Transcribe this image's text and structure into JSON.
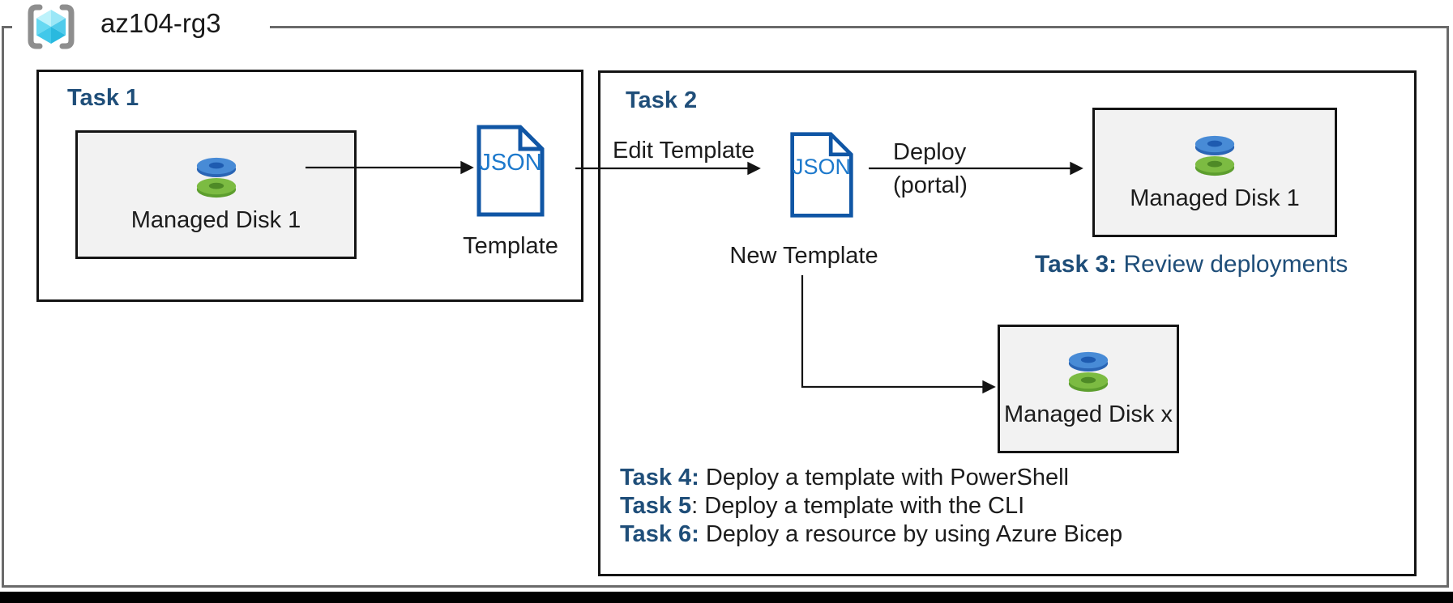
{
  "header": {
    "group_label": "az104-rg3"
  },
  "icons": {
    "resource_group": "resource-group-icon",
    "managed_disk": "managed-disk-icon",
    "json_template": "json-document-icon"
  },
  "colors": {
    "task_heading_navy": "#1f4e79",
    "json_doc_border_blue": "#1056a5",
    "json_doc_text_blue": "#1d79cc",
    "disk_blue_top": "#488bd6",
    "disk_blue_side": "#2a65b5",
    "disk_blue_hole": "#1e5bb0",
    "disk_green_top": "#7cbb42",
    "disk_green_side": "#5d9e2e",
    "disk_green_hole": "#4e8a26",
    "cube_cyan_light": "#bdf2fb",
    "cube_cyan_dark": "#29b9df",
    "bracket_gray": "#8e8e8e",
    "box_fill_gray": "#f2f2f2",
    "outer_border_gray": "#6a6a6a"
  },
  "task1": {
    "title": "Task 1",
    "disk_label": "Managed Disk 1",
    "json_label": "JSON",
    "template_label": "Template"
  },
  "task2": {
    "title": "Task 2",
    "edit_arrow_label": "Edit Template",
    "json_label": "JSON",
    "new_template_label": "New Template",
    "deploy_label": "Deploy",
    "deploy_sublabel": "(portal)",
    "disk1_label": "Managed Disk 1",
    "diskx_label": "Managed Disk x",
    "task3_prefix": "Task 3:",
    "task3_text": " Review deployments",
    "tasks": [
      {
        "prefix": "Task 4:",
        "text": " Deploy a template with PowerShell"
      },
      {
        "prefix": "Task 5",
        "text": ": Deploy a template with the CLI"
      },
      {
        "prefix": "Task 6:",
        "text": " Deploy a resource by using Azure Bicep"
      }
    ]
  }
}
